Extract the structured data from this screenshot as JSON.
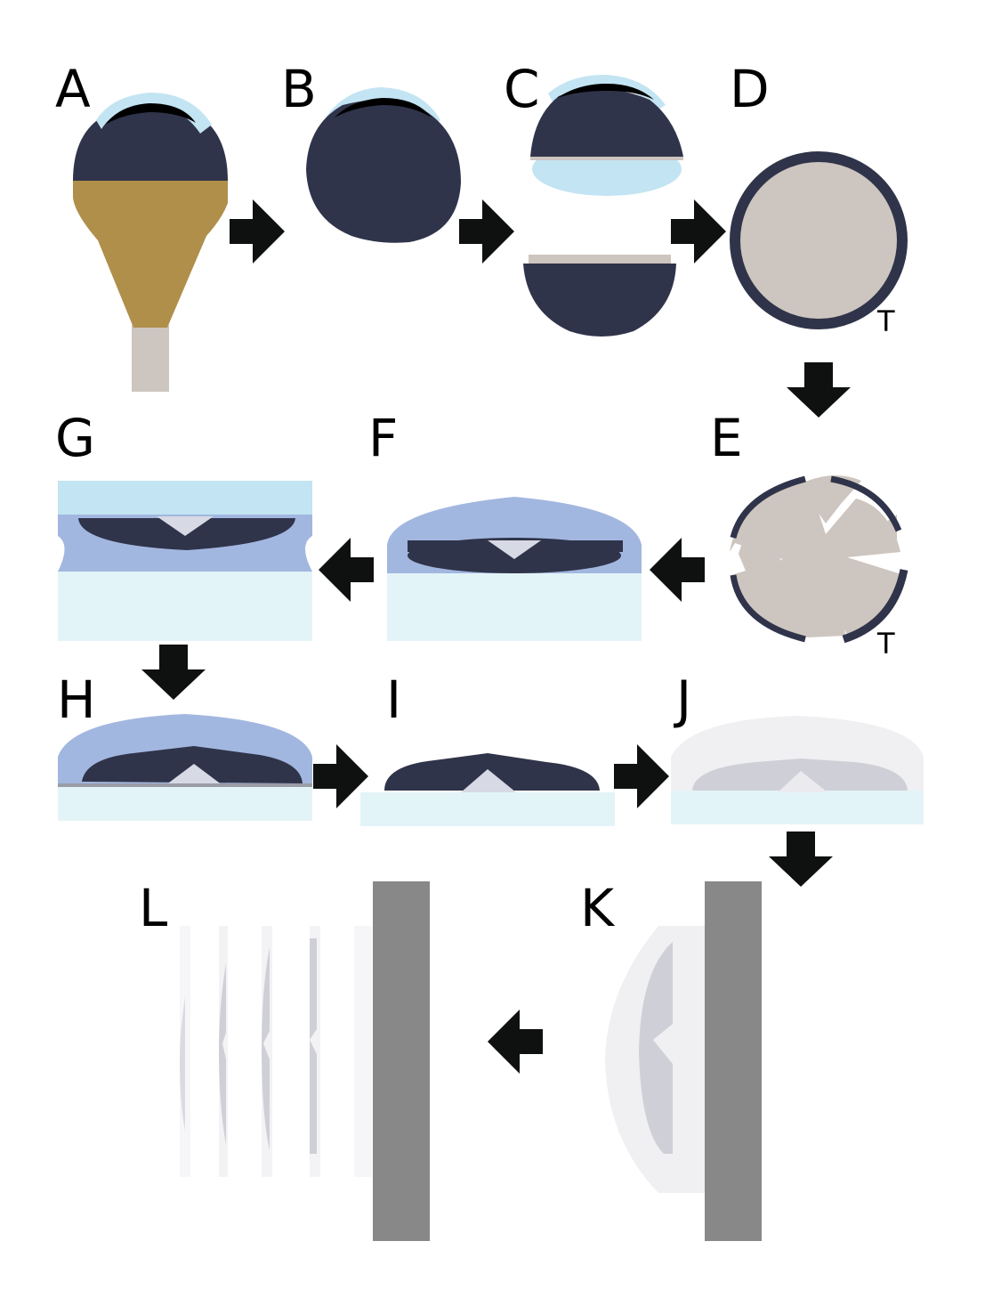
{
  "panels": {
    "a": "A",
    "b": "B",
    "c": "C",
    "d": "D",
    "e": "E",
    "f": "F",
    "g": "G",
    "h": "H",
    "i": "I",
    "j": "J",
    "k": "K",
    "l": "L"
  },
  "markers": {
    "d_t": "T",
    "e_t": "T"
  },
  "colors": {
    "tissue_dark": "#30344a",
    "embedding_light_blue": "#c3e4f2",
    "agarose_blue": "#a2b7e0",
    "slide_pale": "#e3f4f8",
    "stalk_brown": "#b08f4b",
    "section_beige": "#cdc5bf",
    "arrow": "#0f1110",
    "block_grey": "#888888",
    "faded_grey": "#cfd0d7"
  }
}
